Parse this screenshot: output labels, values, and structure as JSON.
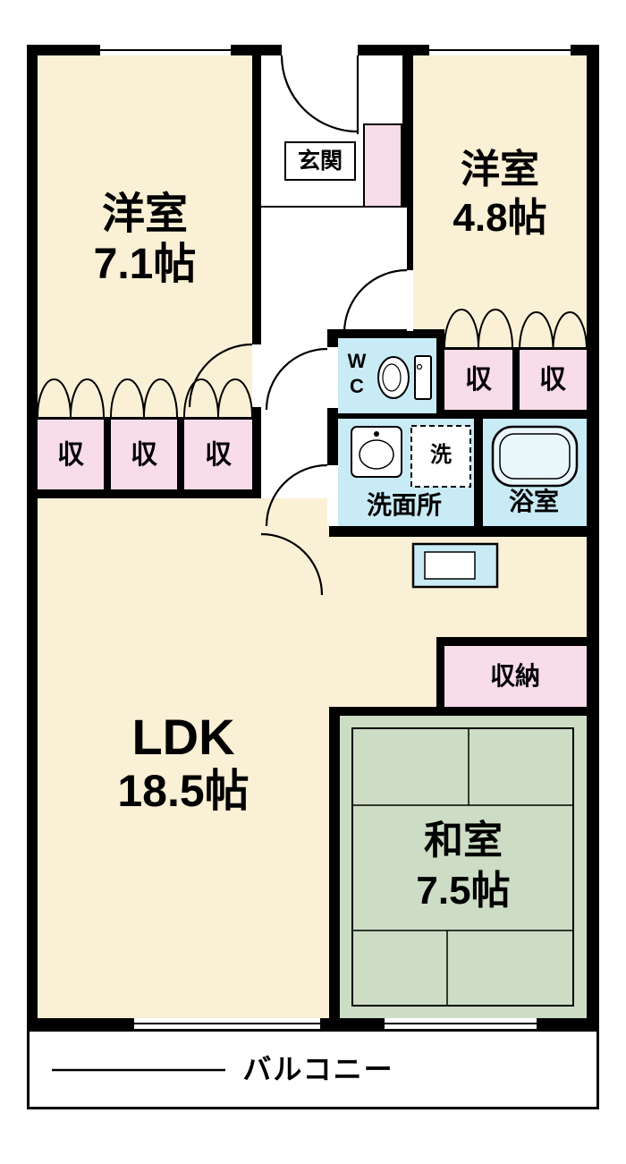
{
  "plan_type": "apartment-floorplan",
  "colors": {
    "wall": "#000000",
    "room_floor": "#faf0d6",
    "storage_pink": "#f8dcea",
    "wet_area_blue": "#c9ebf5",
    "tatami_green": "#cdddc5",
    "hall_white": "#ffffff"
  },
  "rooms": {
    "western1": {
      "name": "洋室",
      "size": "7.1帖"
    },
    "western2": {
      "name": "洋室",
      "size": "4.8帖"
    },
    "ldk": {
      "name": "LDK",
      "size": "18.5帖"
    },
    "japanese": {
      "name": "和室",
      "size": "7.5帖"
    },
    "entrance": {
      "label": "玄関"
    },
    "toilet": {
      "line1": "W",
      "line2": "C"
    },
    "washroom": {
      "label": "洗面所"
    },
    "laundry": {
      "label": "洗"
    },
    "bathroom": {
      "label": "浴室"
    },
    "storage": {
      "label": "収納"
    },
    "closet": {
      "label": "収"
    },
    "balcony": {
      "label": "バルコニー"
    }
  }
}
